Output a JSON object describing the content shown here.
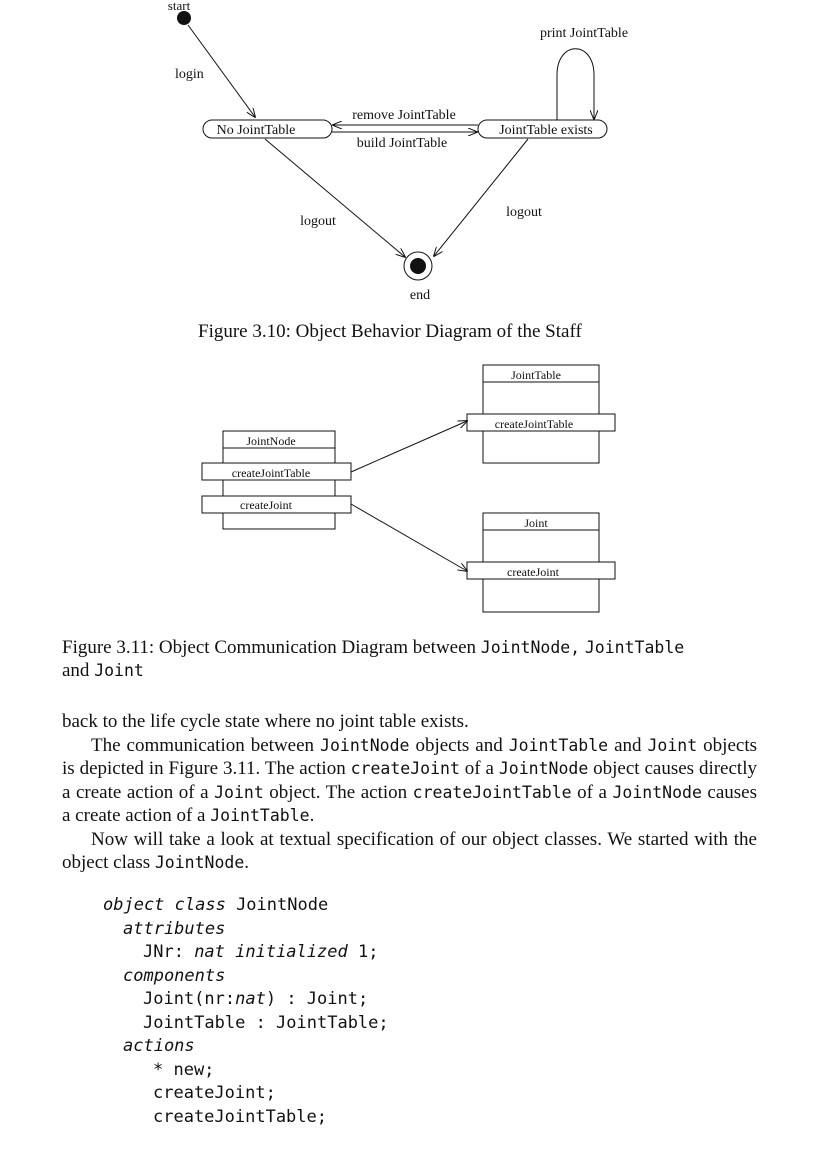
{
  "fig310": {
    "start_label": "start",
    "end_label": "end",
    "states": {
      "no_table": "No JointTable",
      "table_exists": "JointTable exists"
    },
    "transitions": {
      "login": "login",
      "remove": "remove JointTable",
      "build": "build JointTable",
      "print": "print JointTable",
      "logout_left": "logout",
      "logout_right": "logout"
    },
    "caption": "Figure 3.10: Object Behavior Diagram of the Staff"
  },
  "fig311": {
    "objects": {
      "jointnode": {
        "title": "JointNode",
        "action1": "createJointTable",
        "action2": "createJoint"
      },
      "jointtable": {
        "title": "JointTable",
        "action1": "createJointTable"
      },
      "joint": {
        "title": "Joint",
        "action1": "createJoint"
      }
    },
    "caption": {
      "prefix": "Figure 3.11:  Object Communication Diagram between ",
      "c1": "JointNode,",
      "c2": "JointTable",
      "mid": "and",
      "c3": "Joint"
    }
  },
  "body": {
    "p1": "back to the life cycle state where no joint table exists.",
    "p2": {
      "t1": "The communication between ",
      "c1": "JointNode",
      "t2": " objects and ",
      "c2": "JointTable",
      "t3": " and ",
      "c3": "Joint",
      "t4": " objects is depicted in Figure 3.11.  The action ",
      "c4": "createJoint",
      "t5": " of a ",
      "c5": "JointNode",
      "t6": " object causes directly a create action of a ",
      "c6": "Joint",
      "t7": " object. The action ",
      "c7": "createJointTable",
      "t8": " of a ",
      "c8": "JointNode",
      "t9": " causes a create action of a ",
      "c9": "JointTable",
      "t10": "."
    },
    "p3": {
      "t1": "Now will take a look at textual specification of our object classes.  We started with the object class ",
      "c1": "JointNode",
      "t2": "."
    }
  },
  "code": {
    "l1_kw": "object class",
    "l1_name": " JointNode",
    "l2": "attributes",
    "l3_a": "JNr: ",
    "l3_kw": "nat initialized",
    "l3_b": " 1;",
    "l4": "components",
    "l5_a": "Joint(nr:",
    "l5_kw": "nat",
    "l5_b": ") : Joint;",
    "l6": "JointTable : JointTable;",
    "l7": "actions",
    "l8": "* new;",
    "l9": "createJoint;",
    "l10": "createJointTable;"
  }
}
